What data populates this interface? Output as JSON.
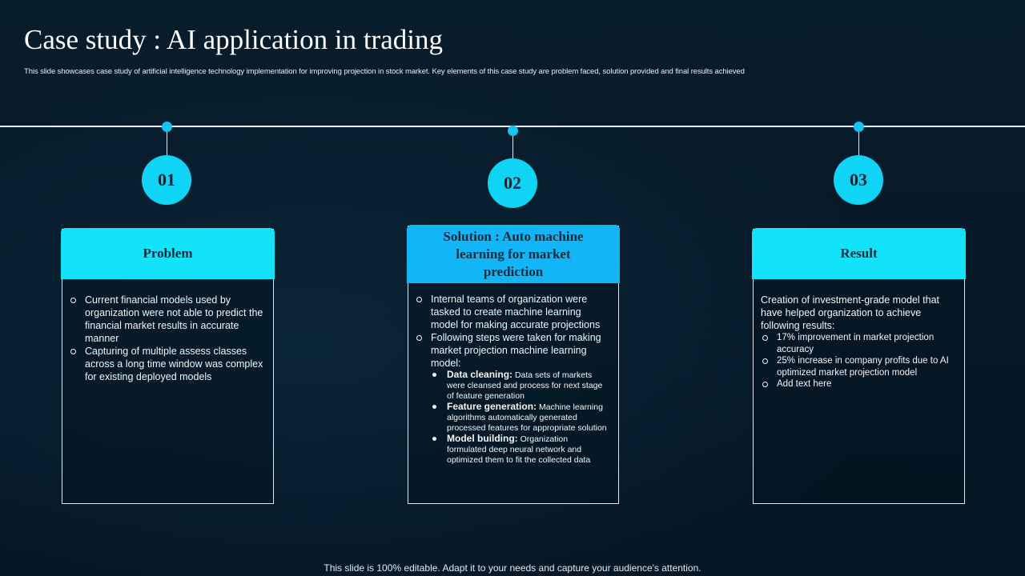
{
  "title": "Case study : AI application in trading",
  "subtitle": "This slide showcases case study of artificial intelligence technology implementation  for improving projection in stock market. Key elements of this case study are problem faced, solution provided and final results achieved",
  "steps": [
    {
      "number": "01",
      "heading": "Problem",
      "items": [
        "Current financial models used by organization were not able to predict the financial market results in accurate manner",
        "Capturing of multiple assess classes across a long time window was complex for existing deployed models"
      ]
    },
    {
      "number": "02",
      "heading": "Solution : Auto machine learning for market prediction",
      "items": [
        "Internal teams of organization were tasked to create machine learning model for making accurate projections",
        "Following steps were taken for making market projection machine learning model:"
      ],
      "sub_items": [
        {
          "term": "Data cleaning:",
          "text": " Data sets of markets were cleansed and process for next stage of feature generation"
        },
        {
          "term": "Feature generation:",
          "text": " Machine learning algorithms automatically generated processed features for appropriate solution"
        },
        {
          "term": "Model building:",
          "text": "  Organization formulated deep neural network and optimized them to fit the collected data"
        }
      ]
    },
    {
      "number": "03",
      "heading": "Result",
      "intro": "Creation of investment-grade  model  that have helped organization to achieve following results:",
      "items": [
        "17% improvement in market projection accuracy",
        "25% increase in company profits due to AI optimized market projection model",
        "Add text here"
      ]
    }
  ],
  "footer": "This slide is 100% editable. Adapt it to your needs and capture your audience's attention.",
  "colors": {
    "background": "#061a29",
    "accent_cyan": "#12e3f8",
    "accent_blue": "#12b5f5",
    "dot": "#14c4f2"
  }
}
